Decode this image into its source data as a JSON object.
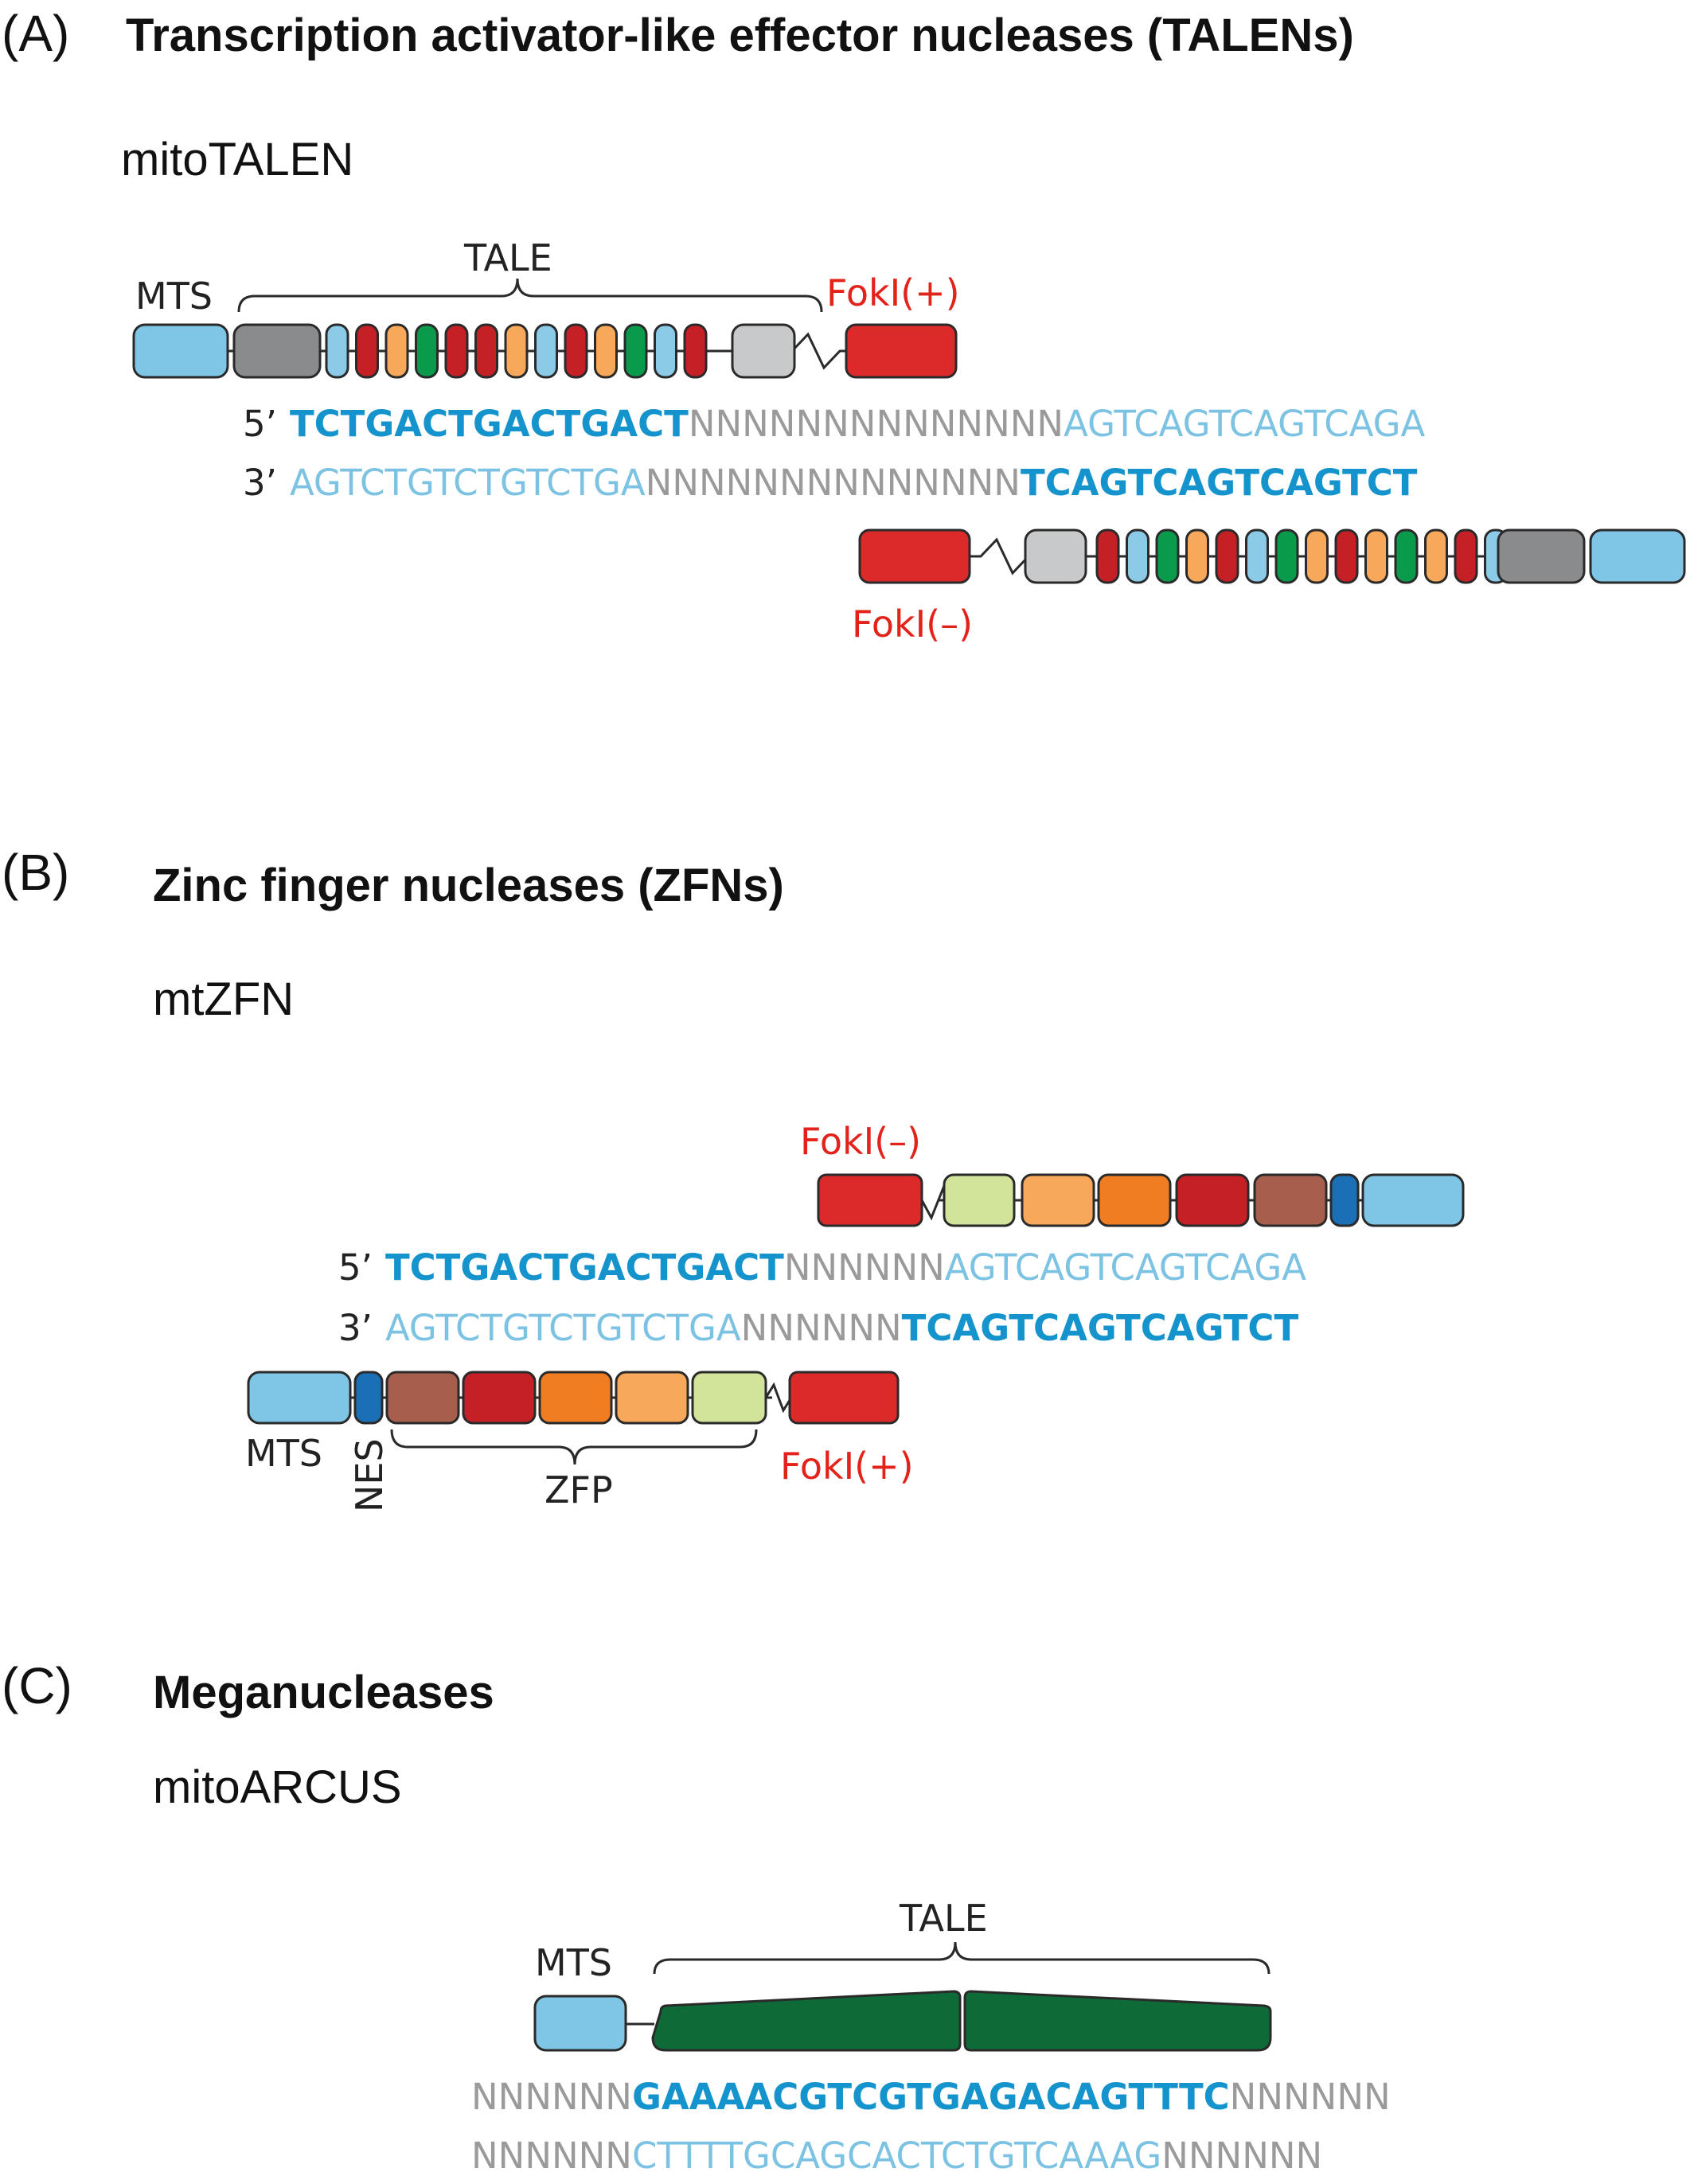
{
  "panels": {
    "a": {
      "letter": "(A)",
      "title": "Transcription activator-like effector nucleases (TALENs)",
      "name": "mitoTALEN",
      "labels": {
        "mts": "MTS",
        "tale": "TALE",
        "fokl_plus": "FokI(+)",
        "fokl_minus": "FokI(–)"
      },
      "seq_top": {
        "prime": "5’",
        "left": "TCTGACTGACTGACT",
        "mid": "NNNNNNNNNNNNNN",
        "right": "AGTCAGTCAGTCAGA"
      },
      "seq_bottom": {
        "prime": "3’",
        "left": "AGTCTGTCTGTCTGA",
        "mid": "NNNNNNNNNNNNNN",
        "right": "TCAGTCAGTCAGTCT"
      }
    },
    "b": {
      "letter": "(B)",
      "title": "Zinc finger nucleases (ZFNs)",
      "name": "mtZFN",
      "labels": {
        "mts": "MTS",
        "nes": "NES",
        "zfp": "ZFP",
        "fokl_plus": "FokI(+)",
        "fokl_minus": "FokI(–)"
      },
      "seq_top": {
        "prime": "5’",
        "left": "TCTGACTGACTGACT",
        "mid": "NNNNNN",
        "right": "AGTCAGTCAGTCAGA"
      },
      "seq_bottom": {
        "prime": "3’",
        "left": "AGTCTGTCTGTCTGA",
        "mid": "NNNNNN",
        "right": "TCAGTCAGTCAGTCT"
      }
    },
    "c": {
      "letter": "(C)",
      "title": "Meganucleases",
      "name": "mitoARCUS",
      "labels": {
        "mts": "MTS",
        "tale": "TALE"
      },
      "seq_top": {
        "left": "NNNNNN",
        "mid": "GAAAACGTCGTGAGACAGTTTC",
        "right": "NNNNNN"
      },
      "seq_bottom": {
        "left": "NNNNNN",
        "mid": "CTTTTGCAGCACTCTGTCAAAG",
        "right": "NNNNNN"
      }
    }
  },
  "colors": {
    "mts_blue": "#7fc6e6",
    "gray_dark": "#8a8b8d",
    "gray_light": "#c8c9cb",
    "fokl_red": "#dc2a2a",
    "repeat_red": "#c42026",
    "repeat_orange": "#f8a85a",
    "repeat_green": "#0a9a4b",
    "repeat_blue": "#8ccbe8",
    "zf_brown": "#a85e4c",
    "zf_orange": "#f07d22",
    "zf_lightgreen": "#d2e49a",
    "nes_blue": "#1a6fb5",
    "arcus_green": "#0e6a36",
    "seq_bold_blue": "#1593cc",
    "seq_light_blue": "#7cc3e3",
    "seq_gray": "#9a9a9a"
  }
}
